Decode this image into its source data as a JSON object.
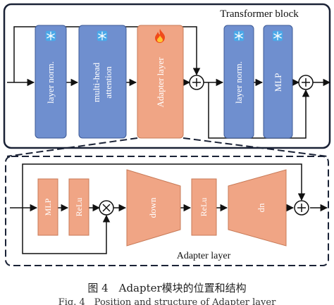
{
  "transformer_block": {
    "title": "Transformer block",
    "blocks": {
      "layer_norm_1": "layer norm.",
      "attention_line1": "multi-head",
      "attention_line2": "attention",
      "adapter": "Adapter layer",
      "layer_norm_2": "layer norm.",
      "mlp": "MLP"
    },
    "icons": {
      "frozen": "snowflake-icon",
      "trainable": "fire-icon"
    }
  },
  "adapter_detail": {
    "title": "Adapter layer",
    "blocks": {
      "mlp": "MLP",
      "relu_1": "ReLu",
      "down": "down",
      "relu_2": "ReLu",
      "up": "up"
    }
  },
  "colors": {
    "frozen_block": "#6f8fcf",
    "trainable_block": "#f0a585",
    "frame": "#1a2236"
  },
  "caption": {
    "chinese": "图 4　Adapter模块的位置和结构",
    "english": "Fig. 4　Position and structure of Adapter layer"
  }
}
